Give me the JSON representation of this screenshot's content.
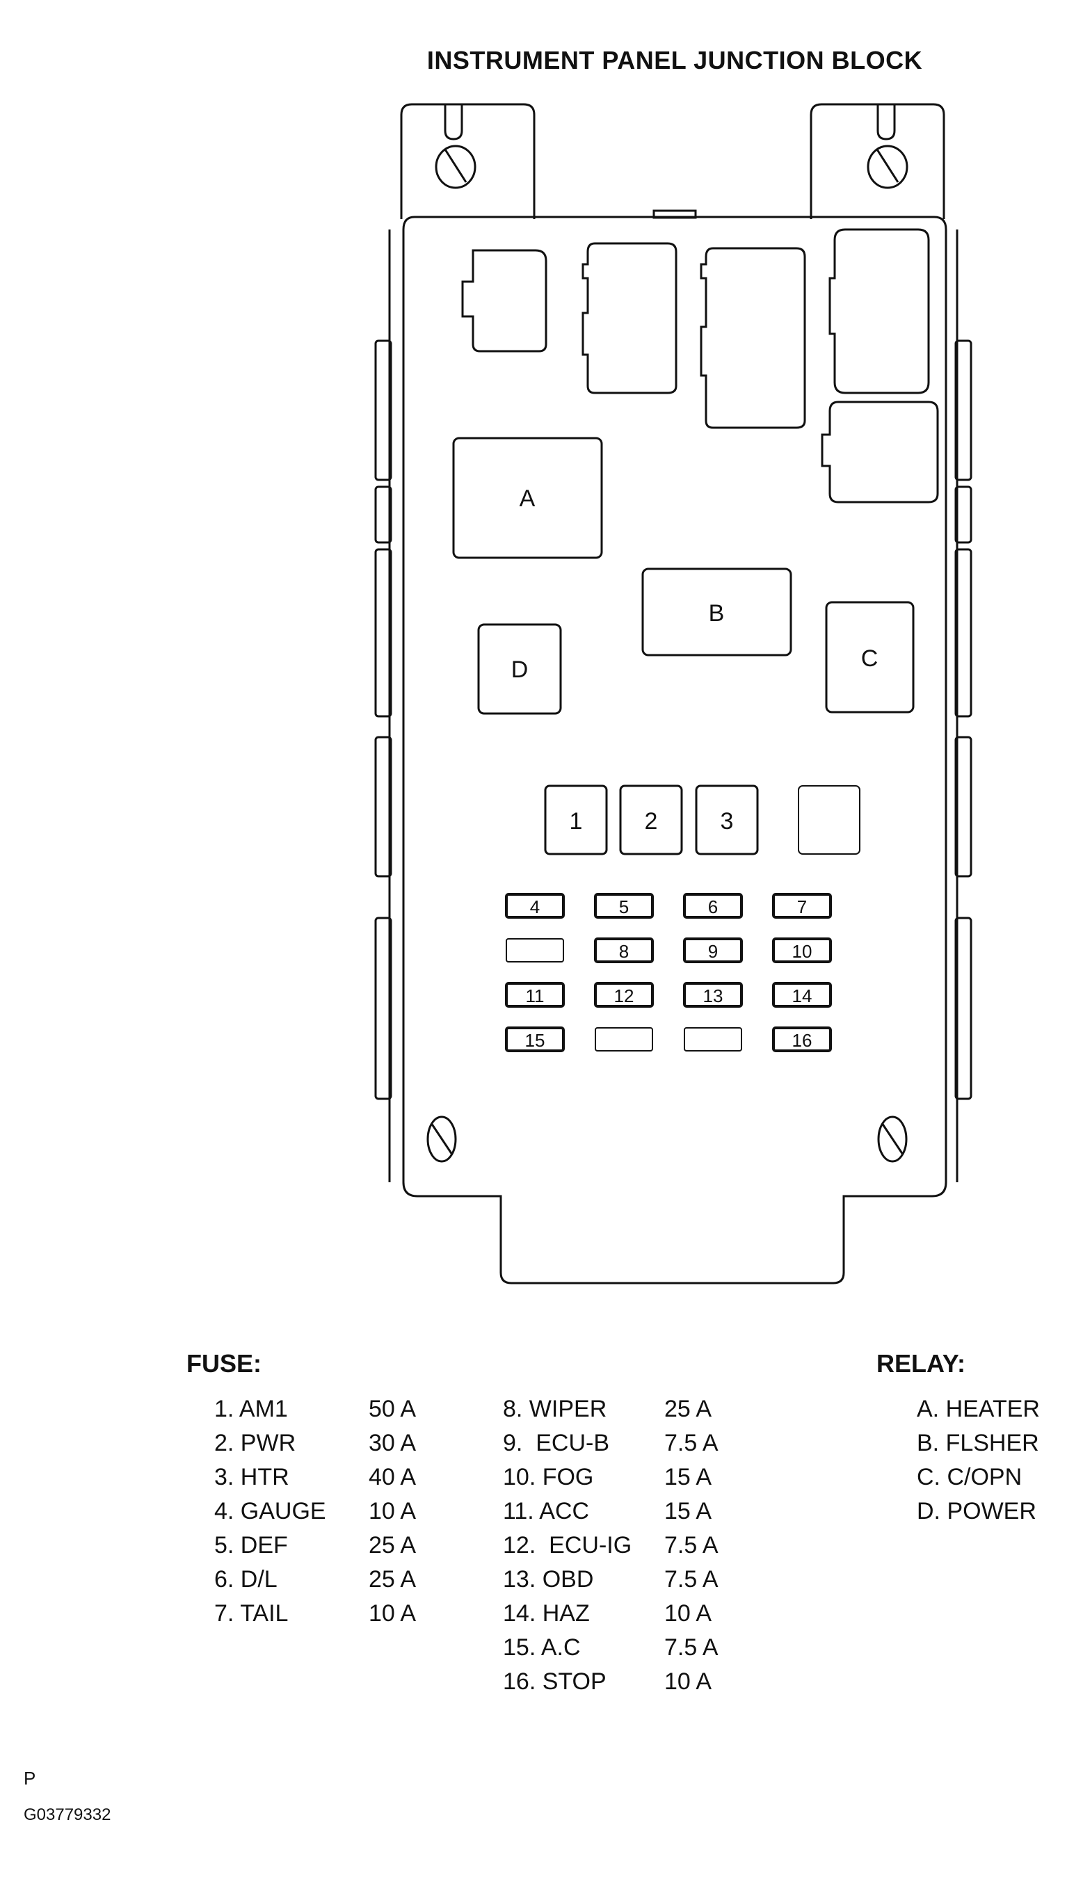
{
  "title": "INSTRUMENT PANEL JUNCTION BLOCK",
  "relay_blocks": [
    "A",
    "B",
    "C",
    "D"
  ],
  "large_fuses": [
    "1",
    "2",
    "3"
  ],
  "mini_fuses": [
    "4",
    "5",
    "6",
    "7",
    "8",
    "9",
    "10",
    "11",
    "12",
    "13",
    "14",
    "15",
    "16"
  ],
  "legend": {
    "fuse_heading": "FUSE:",
    "relay_heading": "RELAY:",
    "fuses_col1": [
      {
        "name": "1. AM1",
        "amp": "50 A"
      },
      {
        "name": "2. PWR",
        "amp": "30 A"
      },
      {
        "name": "3. HTR",
        "amp": "40 A"
      },
      {
        "name": "4. GAUGE",
        "amp": "10 A"
      },
      {
        "name": "5. DEF",
        "amp": "25 A"
      },
      {
        "name": "6. D/L",
        "amp": "25 A"
      },
      {
        "name": "7. TAIL",
        "amp": "10 A"
      }
    ],
    "fuses_col2": [
      {
        "name": "8. WIPER",
        "amp": "25 A"
      },
      {
        "name": "9.  ECU-B",
        "amp": "7.5 A"
      },
      {
        "name": "10. FOG",
        "amp": "15 A"
      },
      {
        "name": "11. ACC",
        "amp": "15 A"
      },
      {
        "name": "12.  ECU-IG",
        "amp": "7.5 A"
      },
      {
        "name": "13. OBD",
        "amp": "7.5 A"
      },
      {
        "name": "14. HAZ",
        "amp": "10 A"
      },
      {
        "name": "15. A.C",
        "amp": "7.5 A"
      },
      {
        "name": "16. STOP",
        "amp": "10 A"
      }
    ],
    "relays": [
      "A. HEATER",
      "B. FLSHER",
      "C. C/OPN",
      "D. POWER"
    ]
  },
  "footer": {
    "letter": "P",
    "code": "G03779332"
  }
}
